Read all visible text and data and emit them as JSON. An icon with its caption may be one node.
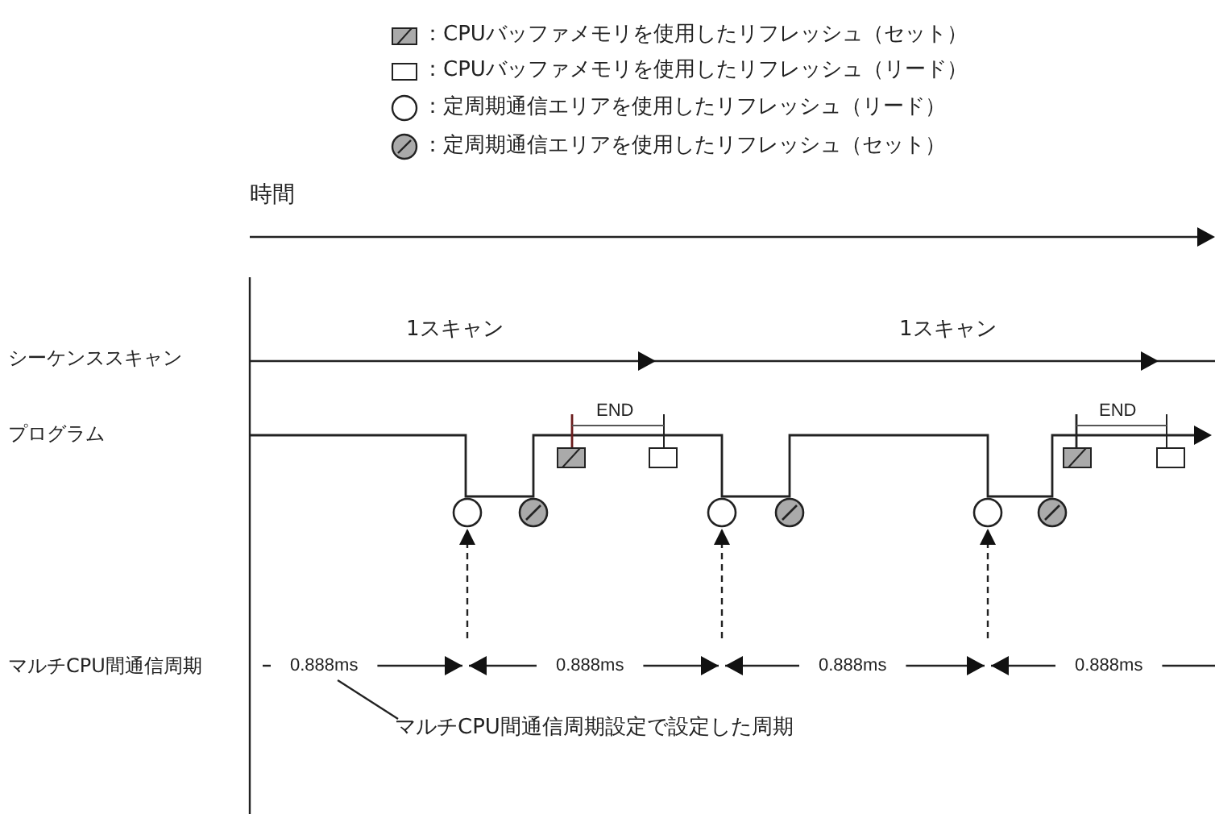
{
  "diagram": {
    "nodes": [
      {
        "text": [],
        "shape": "circle"
      },
      {
        "text": [],
        "shape": "circle"
      },
      {
        "text": [],
        "shape": "circle"
      },
      {
        "text": [],
        "shape": "circle"
      },
      {
        "text": [],
        "shape": "circle"
      },
      {
        "text": [],
        "shape": "circle"
      },
      {
        "text": [
          "0.888ms"
        ]
      },
      {
        "text": [
          "マルチCPU間通信周期設定で設定した周期"
        ]
      }
    ],
    "edges": [
      {
        "from": null,
        "to": 0,
        "arrow": "to",
        "style": "dashed"
      },
      {
        "from": null,
        "to": 2,
        "arrow": "to",
        "style": "dashed"
      },
      {
        "from": null,
        "to": 4,
        "arrow": "to",
        "style": "dashed"
      },
      {
        "from": 7,
        "to": 6,
        "arrow": "none"
      }
    ],
    "labels": [
      "時間",
      "シーケンススキャン",
      "1スキャン",
      "1スキャン",
      "プログラム",
      "END",
      "END",
      "マルチCPU間通信周期",
      "0.888ms",
      "0.888ms",
      "0.888ms"
    ],
    "legend": [
      {
        "text": "：CPUバッファメモリを使用したリフレッシュ（セット）"
      },
      {
        "text": "：CPUバッファメモリを使用したリフレッシュ（リード）"
      },
      {
        "text": "：定周期通信エリアを使用したリフレッシュ（リード）"
      },
      {
        "text": "：定周期通信エリアを使用したリフレッシュ（セット）"
      }
    ]
  }
}
